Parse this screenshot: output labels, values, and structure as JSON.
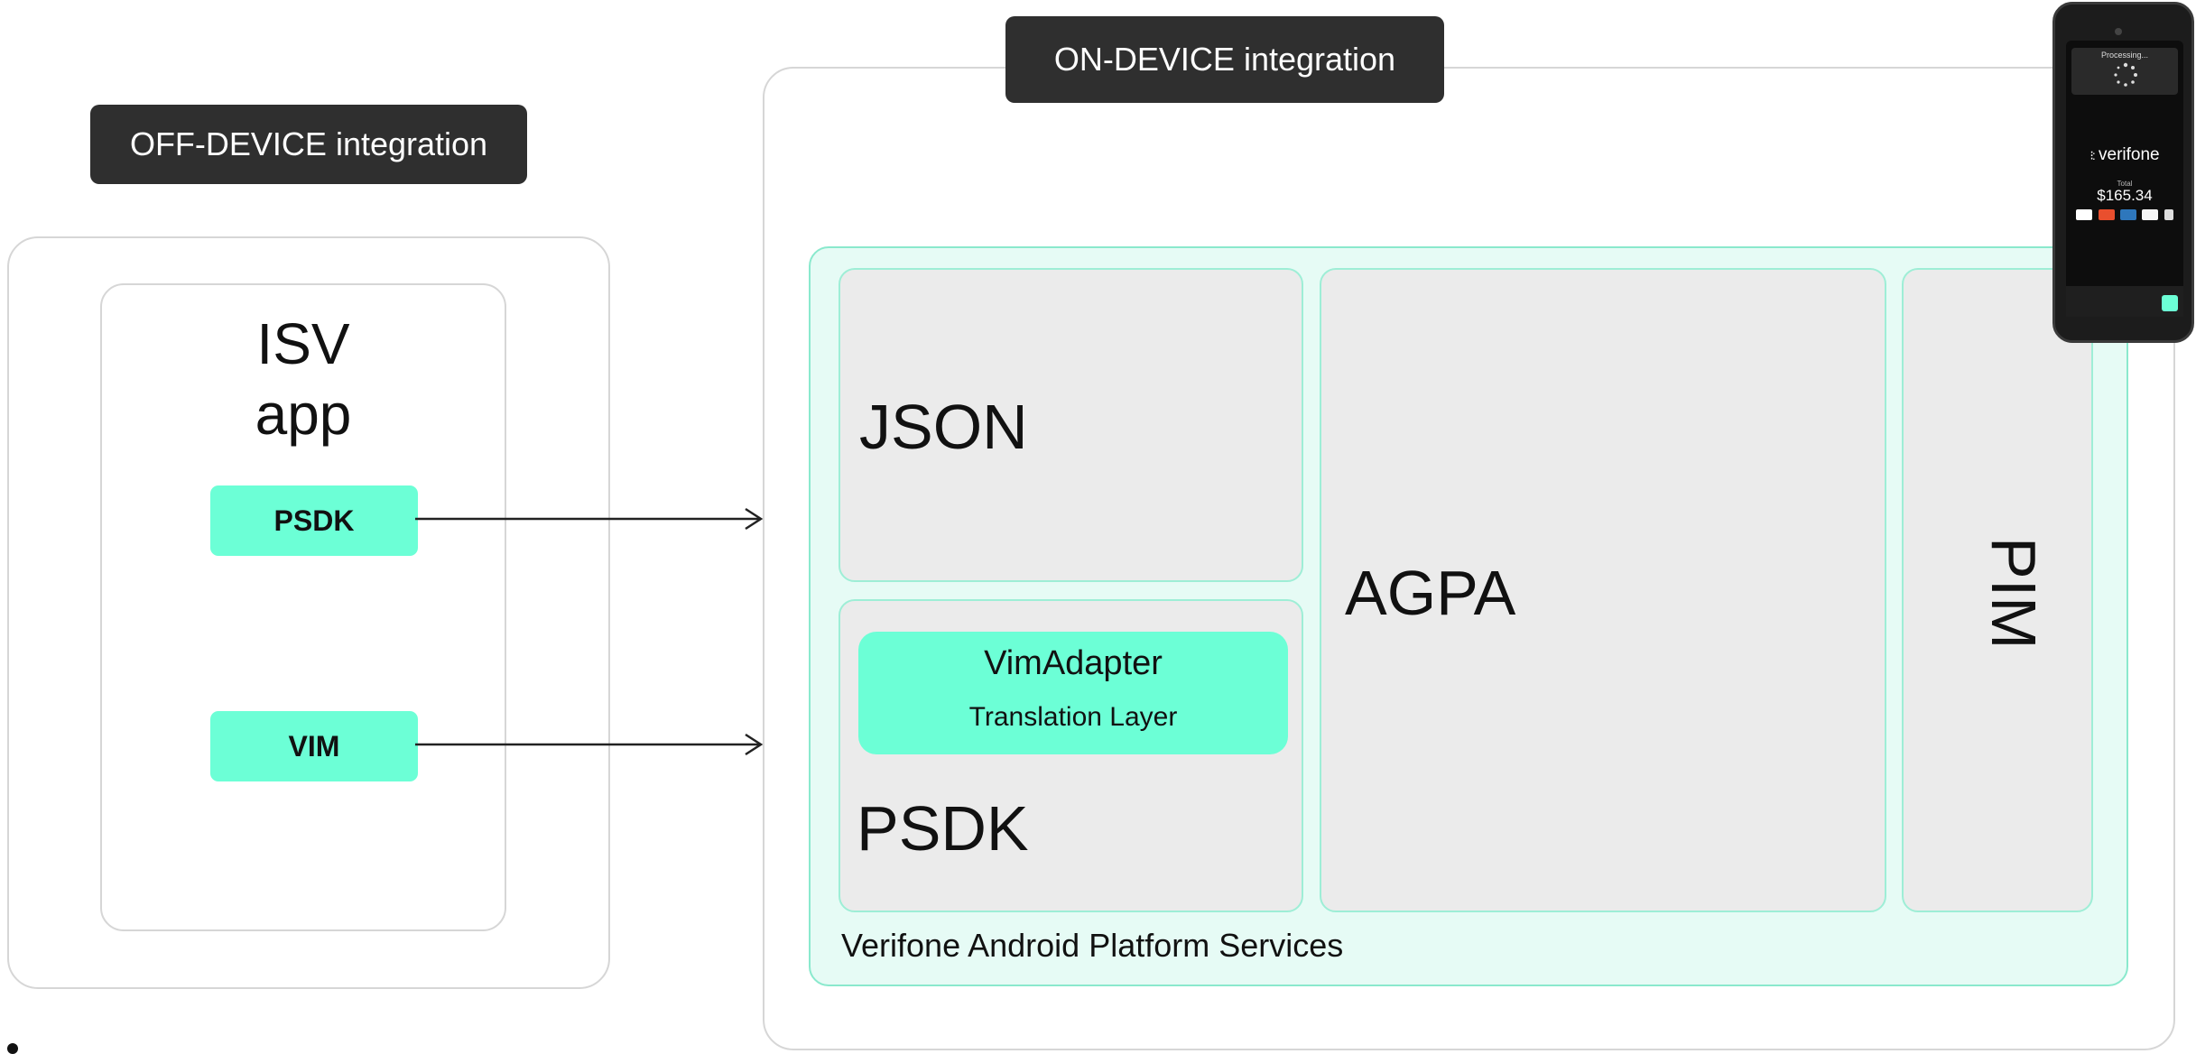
{
  "off_device": {
    "title": "OFF-DEVICE integration",
    "isv_app_line1": "ISV",
    "isv_app_line2": "app",
    "buttons": [
      "PSDK",
      "VIM"
    ]
  },
  "on_device": {
    "title": "ON-DEVICE integration",
    "json_label": "JSON",
    "vim_adapter_title": "VimAdapter",
    "vim_adapter_subtitle": "Translation Layer",
    "psdk_label": "PSDK",
    "agpa_label": "AGPA",
    "pim_label": "PIM",
    "platform_label": "Verifone Android Platform Services"
  },
  "terminal": {
    "status": "Processing...",
    "brand": "verifone",
    "total_label": "Total",
    "total_amount": "$165.34"
  },
  "colors": {
    "pill_bg": "#2f2f2f",
    "mint": "#6cffd6",
    "mint_light": "#e6fbf5",
    "panel_grey": "#ebebeb"
  }
}
